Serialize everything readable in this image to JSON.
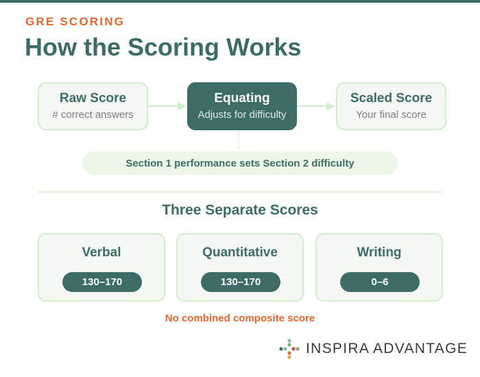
{
  "header": {
    "eyebrow": "GRE SCORING",
    "title": "How the Scoring Works"
  },
  "flow": {
    "steps": [
      {
        "title": "Raw Score",
        "subtitle": "# correct answers"
      },
      {
        "title": "Equating",
        "subtitle": "Adjusts for difficulty"
      },
      {
        "title": "Scaled Score",
        "subtitle": "Your final score"
      }
    ],
    "note": "Section 1 performance sets Section 2 difficulty"
  },
  "scores": {
    "title": "Three Separate Scores",
    "cards": [
      {
        "name": "Verbal",
        "range": "130–170"
      },
      {
        "name": "Quantitative",
        "range": "130–170"
      },
      {
        "name": "Writing",
        "range": "0–6"
      }
    ],
    "footnote": "No combined composite score"
  },
  "brand": {
    "name": "INSPIRA ADVANTAGE",
    "logo_icon": "colored-dots-logo-icon"
  },
  "colors": {
    "primary": "#3d6b65",
    "accent": "#e0682e",
    "light_border": "#cfeec9",
    "light_fill": "#f5f7f5",
    "note_fill": "#ecf7e8"
  }
}
